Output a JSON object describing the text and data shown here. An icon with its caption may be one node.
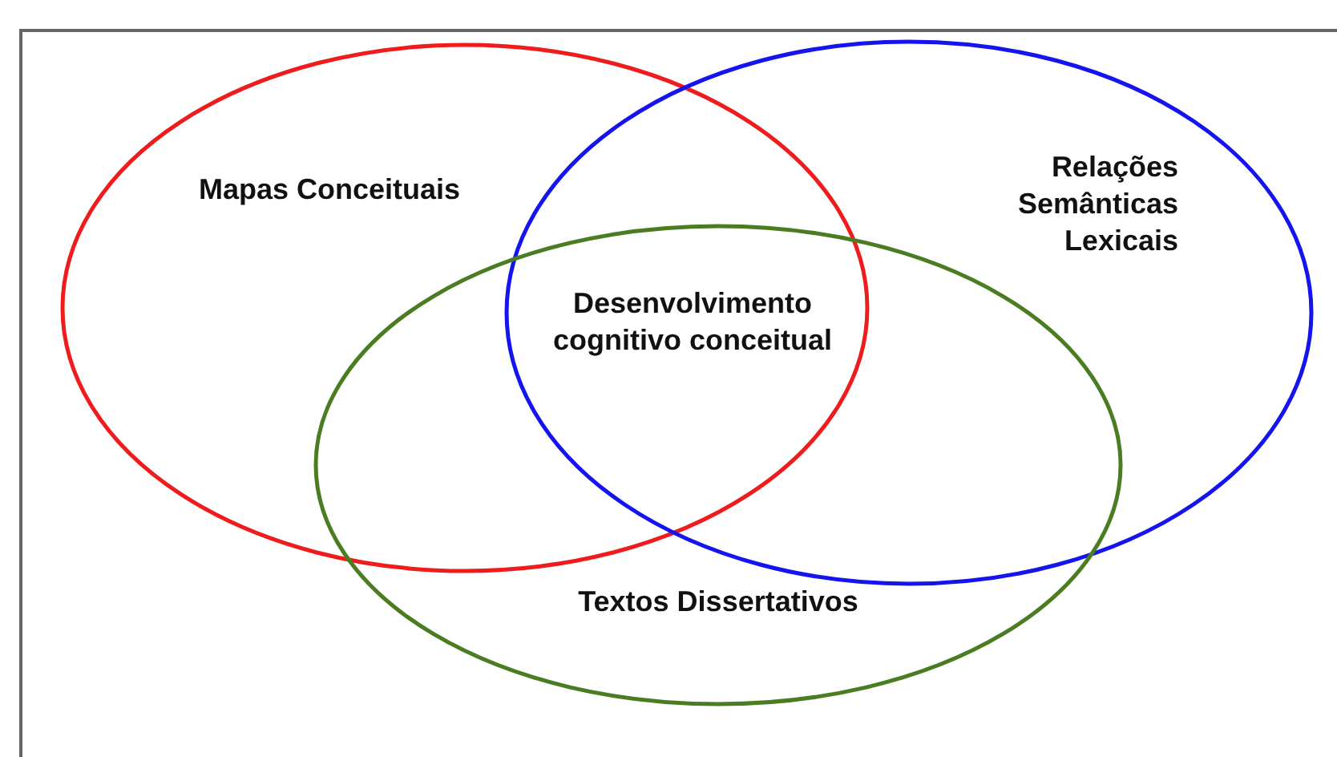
{
  "diagram": {
    "nodes": [
      {
        "text": [
          "Mapas Conceituais"
        ]
      },
      {
        "text": [
          "Relações Semânticas Lexicais"
        ]
      },
      {
        "text": [
          "Textos Dissertativos"
        ]
      }
    ],
    "labels": [
      "Desenvolvimento cognitivo conceitual"
    ]
  }
}
